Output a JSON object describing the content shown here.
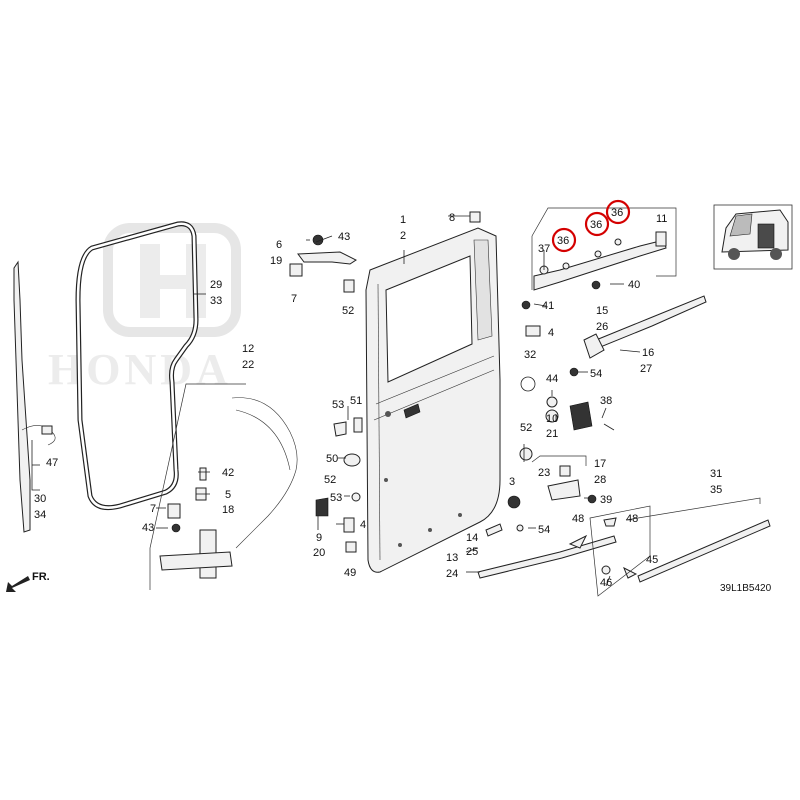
{
  "watermark": {
    "brand": "HONDA"
  },
  "colors": {
    "highlight": "#d40000",
    "ink": "#222222"
  },
  "direction_label": "FR.",
  "diagram_code": "39L1B5420",
  "callouts": {
    "n1": "1",
    "n2": "2",
    "n3": "3",
    "n4a": "4",
    "n4b": "4",
    "n5": "5",
    "n6": "6",
    "n7a": "7",
    "n7b": "7",
    "n8": "8",
    "n9": "9",
    "n10": "10",
    "n11": "11",
    "n12": "12",
    "n13": "13",
    "n14": "14",
    "n15": "15",
    "n16": "16",
    "n17": "17",
    "n18": "18",
    "n19": "19",
    "n20": "20",
    "n21": "21",
    "n22": "22",
    "n23": "23",
    "n24": "24",
    "n25": "25",
    "n26": "26",
    "n27": "27",
    "n28": "28",
    "n29": "29",
    "n30": "30",
    "n31": "31",
    "n32": "32",
    "n33": "33",
    "n34": "34",
    "n35": "35",
    "n36a": "36",
    "n36b": "36",
    "n36c": "36",
    "n37": "37",
    "n38": "38",
    "n39": "39",
    "n40": "40",
    "n41": "41",
    "n42": "42",
    "n43a": "43",
    "n43b": "43",
    "n44": "44",
    "n45": "45",
    "n46": "46",
    "n47": "47",
    "n48a": "48",
    "n48b": "48",
    "n49": "49",
    "n50": "50",
    "n51": "51",
    "n52a": "52",
    "n52b": "52",
    "n52c": "52",
    "n53a": "53",
    "n53b": "53",
    "n54a": "54",
    "n54b": "54"
  }
}
